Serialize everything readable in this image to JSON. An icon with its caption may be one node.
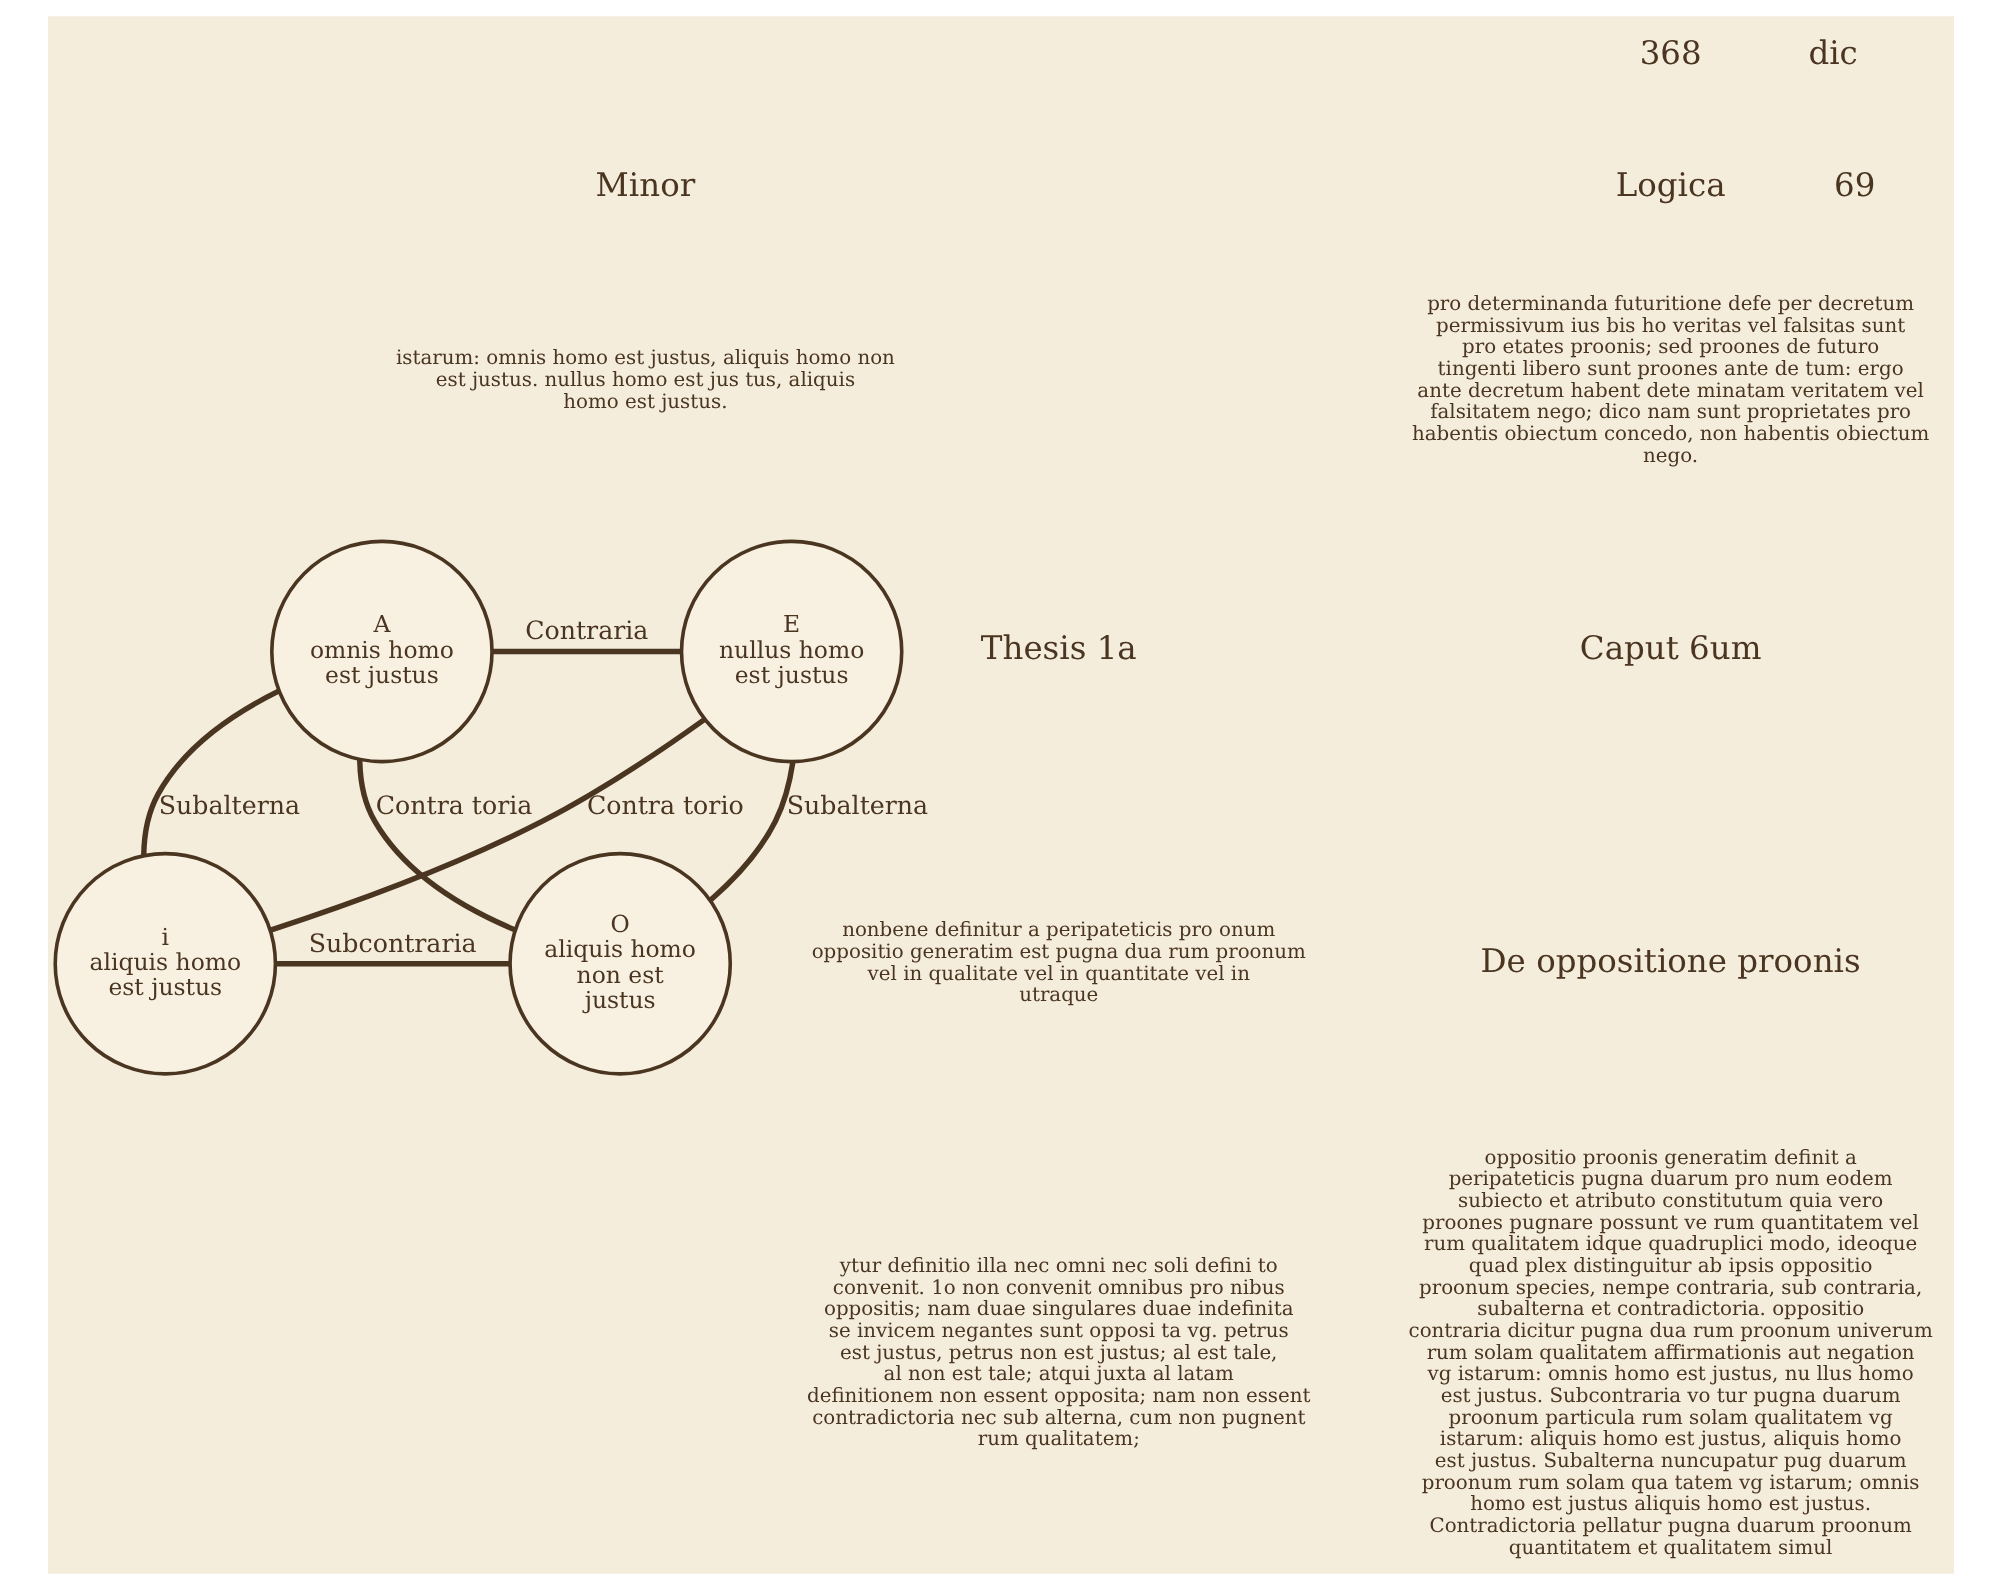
{
  "diagram": {
    "nodes": [
      {
        "text": [
          "A",
          "omnis homo est justus"
        ]
      },
      {
        "text": [
          "E",
          "nullus homo est justus"
        ]
      },
      {
        "text": [
          "i",
          "aliquis homo est justus"
        ]
      },
      {
        "text": [
          "O",
          "aliquis homo non est justus"
        ]
      }
    ],
    "edges": [
      {
        "from": 0,
        "to": 1,
        "arrow": "none",
        "label": "Contraria"
      },
      {
        "from": 0,
        "to": 2,
        "arrow": "none",
        "label": "Subalterna"
      },
      {
        "from": 1,
        "to": 3,
        "arrow": "none",
        "label": "Subalterna"
      },
      {
        "from": 0,
        "to": 3,
        "arrow": "none",
        "label": "Contra toria"
      },
      {
        "from": 1,
        "to": 2,
        "arrow": "none",
        "label": "Contra torio"
      },
      {
        "from": 2,
        "to": 3,
        "arrow": "none",
        "label": "Subcontraria"
      }
    ],
    "labels": [
      "368",
      "Logica",
      "pro determinanda futuritione defe per decretum permissivum ius bis ho veritas vel falsitas sunt pro etates proonis; sed proones de futuro tingenti libero sunt proones ante de tum: ergo ante decretum habent dete minatam veritatem vel falsitatem nego; dico nam sunt proprietates pro habentis obiectum concedo, non habentis obiectum nego.",
      "Caput 6um",
      "De oppositione proonis",
      "oppositio proonis generatim definit a peripateticis pugna duarum pro num eodem subiecto et atributo constitutum quia vero proones pugnare possunt ve rum quantitatem vel rum qualitatem idque quadruplici modo, ideoque quad plex distinguitur ab ipsis oppositio proonum species, nempe contraria, sub contraria, subalterna et contradictoria. oppositio contraria dicitur pugna dua rum proonum univerum rum solam qualitatem affirmationis aut negation vg istarum: omnis homo est justus, nu llus homo est justus. Subcontraria vo tur pugna duarum proonum particula rum solam qualitatem vg istarum: aliquis homo est justus, aliquis homo est justus. Subalterna nuncupatur pug duarum proonum rum solam qua tatem vg istarum; omnis homo est justus aliquis homo est justus. Contradictoria pellatur pugna duarum proonum quantitatem et qualitatem simul",
      "Minor",
      "69",
      "istarum: omnis homo est justus, aliquis homo non est justus. nullus homo est jus tus, aliquis homo est justus.",
      "dic",
      "Thesis 1a",
      "nonbene definitur a peripateticis pro onum oppositio generatim est pugna dua rum proonum vel in qualitate vel in quantitate vel in utraque",
      "ytur definitio illa nec omni nec soli defini to convenit. 1o non convenit omnibus pro nibus oppositis; nam duae singulares duae indefinita se invicem negantes sunt opposi ta vg. petrus est justus, petrus non est justus; al est tale, al non est tale; atqui juxta al latam definitionem non essent opposita; nam non essent contradictoria nec sub alterna, cum non pugnent rum qualitatem;"
    ]
  }
}
